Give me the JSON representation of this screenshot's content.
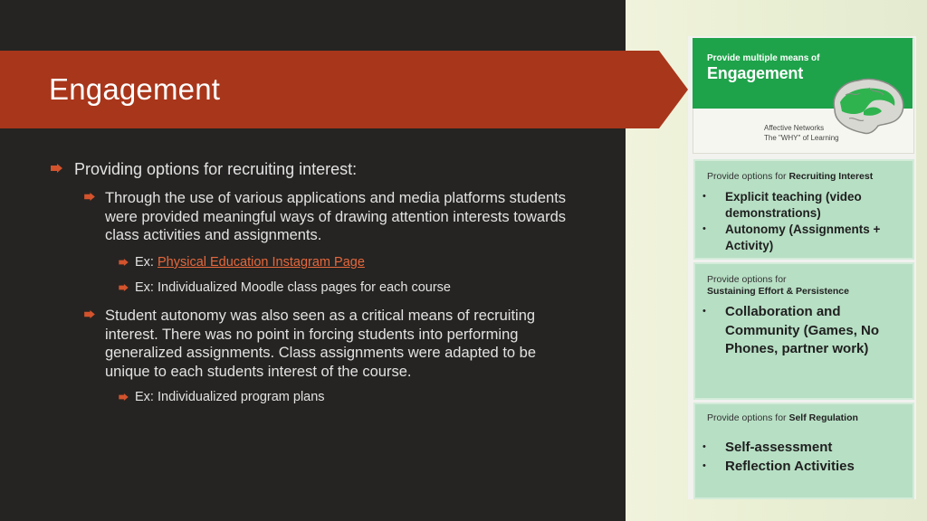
{
  "slide": {
    "title": "Engagement",
    "bullets": [
      {
        "level": 1,
        "text": "Providing options for recruiting interest:"
      },
      {
        "level": 2,
        "text": "Through the use of various applications and media platforms students were provided meaningful ways of drawing attention interests towards class activities and assignments."
      },
      {
        "level": 3,
        "prefix": "Ex: ",
        "link": "Physical Education Instagram Page"
      },
      {
        "level": 3,
        "text": "Ex: Individualized Moodle class pages for each course"
      },
      {
        "level": 2,
        "text": "Student autonomy was also seen as a critical means of recruiting interest. There was no point in forcing students into performing generalized assignments. Class assignments were adapted to be unique to each students interest of the course."
      },
      {
        "level": 3,
        "text": "Ex: Individualized program plans"
      }
    ]
  },
  "udl": {
    "header_small": "Provide multiple means of",
    "header_big": "Engagement",
    "network_line1": "Affective Networks",
    "network_line2": "The \"WHY\" of Learning",
    "cards": [
      {
        "header_prefix": "Provide options for ",
        "header_bold": "Recruiting Interest",
        "items": [
          "Explicit teaching (video demonstrations)",
          "Autonomy (Assignments + Activity)"
        ]
      },
      {
        "header_prefix": "Provide options for",
        "header_bold": "Sustaining Effort & Persistence",
        "items": [
          "Collaboration and Community (Games, No Phones, partner work)"
        ]
      },
      {
        "header_prefix": "Provide options for ",
        "header_bold": "Self Regulation",
        "items": [
          "Self-assessment",
          "Reflection Activities"
        ]
      }
    ],
    "bullet_glyph": "•"
  },
  "colors": {
    "title_bar": "#a8361b",
    "background": "#252422",
    "accent_green": "#1ea34a",
    "card_green": "#b7dfc4",
    "bullet_arrow": "#d3532d",
    "link": "#e5683d"
  }
}
